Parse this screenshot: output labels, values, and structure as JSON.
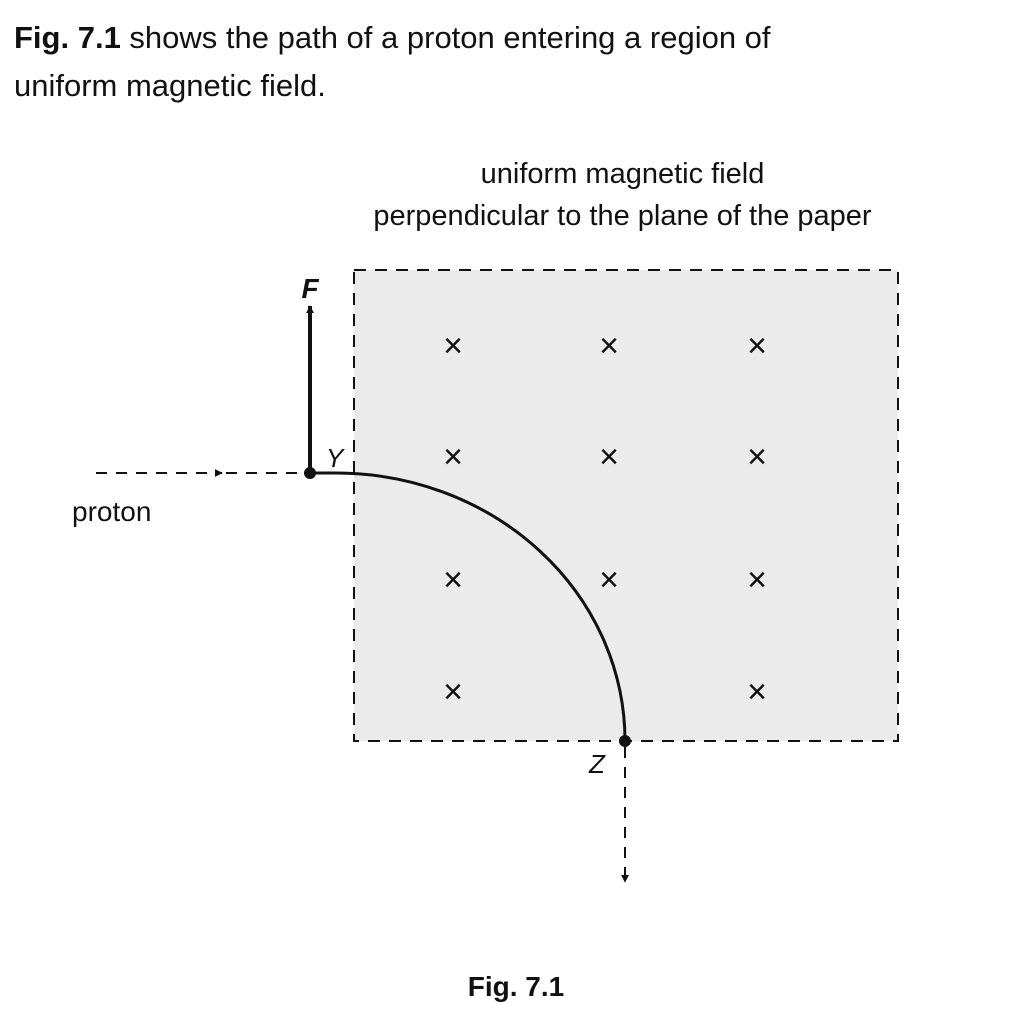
{
  "intro": {
    "fig_ref": "Fig. 7.1",
    "text": " shows the path of a proton entering a region of uniform magnetic field."
  },
  "field_caption": {
    "line1": "uniform magnetic field",
    "line2": "perpendicular to the plane of the paper"
  },
  "labels": {
    "force": "F",
    "proton": "proton",
    "point_y": "Y",
    "point_z": "Z"
  },
  "field_symbol": "×",
  "figure_caption": "Fig. 7.1",
  "colors": {
    "field_region": "#ebebeb",
    "ink": "#111111"
  }
}
